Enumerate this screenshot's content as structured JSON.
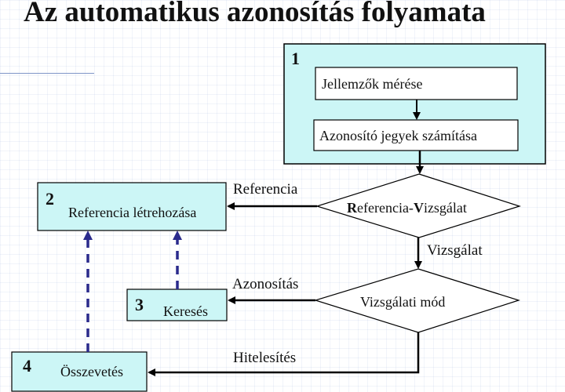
{
  "title": "Az automatikus azonosítás folyamata",
  "nodes": {
    "block1": {
      "number": "1"
    },
    "measure": {
      "label": "Jellemzők mérése"
    },
    "compute": {
      "label": "Azonosító jegyek számítása"
    },
    "decision_ref": {
      "label_b1": "R",
      "label_t1": "eferencia-",
      "label_b2": "V",
      "label_t2": "izsgálat"
    },
    "decision_mode": {
      "label": "Vizsgálati mód"
    },
    "block2": {
      "number": "2",
      "label": "Referencia létrehozása"
    },
    "block3": {
      "number": "3",
      "label": "Keresés"
    },
    "block4": {
      "number": "4",
      "label": "Összevetés"
    }
  },
  "edges": {
    "referencia": "Referencia",
    "vizsgalat": "Vizsgálat",
    "azonositas": "Azonosítás",
    "hitelesites": "Hitelesítés"
  },
  "colors": {
    "box_fill": "#ccf6f6",
    "dashed": "#2a2a8c",
    "line": "#000000"
  }
}
